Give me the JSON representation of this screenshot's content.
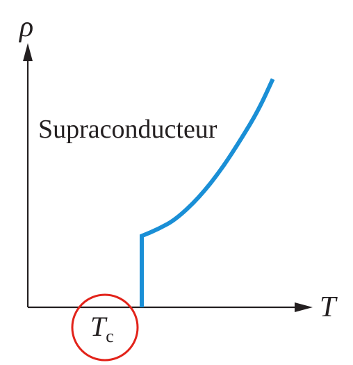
{
  "chart_data": {
    "type": "line",
    "xlabel": "T",
    "ylabel": "ρ",
    "tick_label": {
      "main": "T",
      "sub": "c"
    },
    "annotation": "Supraconducteur",
    "series": [
      {
        "color": "#1a8fd6",
        "points": [
          {
            "x": 1.0,
            "y": 0.0
          },
          {
            "x": 1.0,
            "y": 0.3
          },
          {
            "x": 1.3,
            "y": 0.33
          },
          {
            "x": 1.6,
            "y": 0.37
          },
          {
            "x": 2.0,
            "y": 0.46
          },
          {
            "x": 2.4,
            "y": 0.58
          },
          {
            "x": 2.75,
            "y": 0.71
          },
          {
            "x": 3.05,
            "y": 0.83
          },
          {
            "x": 3.3,
            "y": 0.96
          }
        ]
      }
    ],
    "xlim": [
      -1,
      4
    ],
    "ylim": [
      0,
      1
    ],
    "grid": false,
    "highlight": {
      "target": "tick_label",
      "shape": "circle",
      "color": "#e2231a"
    }
  }
}
